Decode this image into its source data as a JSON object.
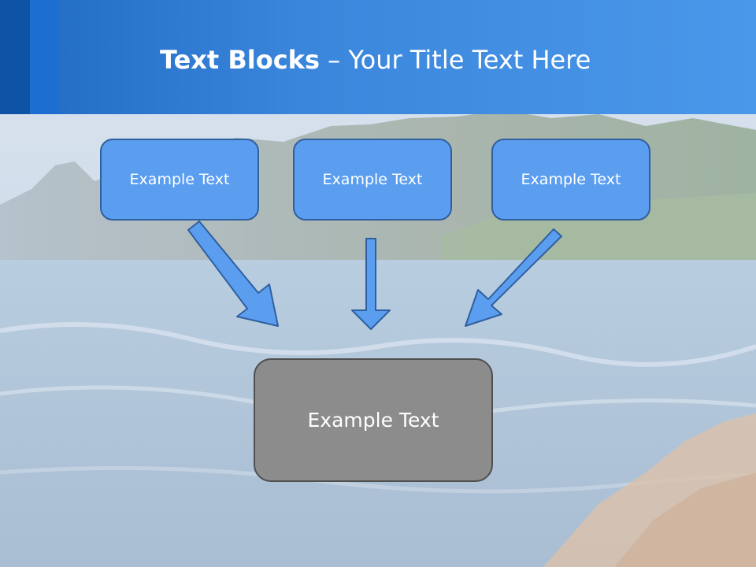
{
  "slide": {
    "title_bold": "Text Blocks",
    "title_dash": " – ",
    "title_rest": "Your Title Text Here",
    "boxes": [
      {
        "label": "Example Text"
      },
      {
        "label": "Example Text"
      },
      {
        "label": "Example Text"
      }
    ],
    "target": {
      "label": "Example Text"
    }
  },
  "colors": {
    "header": "#3a86dc",
    "box_fill": "#5b9ef0",
    "box_border": "#2f5f9e",
    "target_fill": "#8c8c8c",
    "arrow_fill": "#5b9ef0"
  }
}
